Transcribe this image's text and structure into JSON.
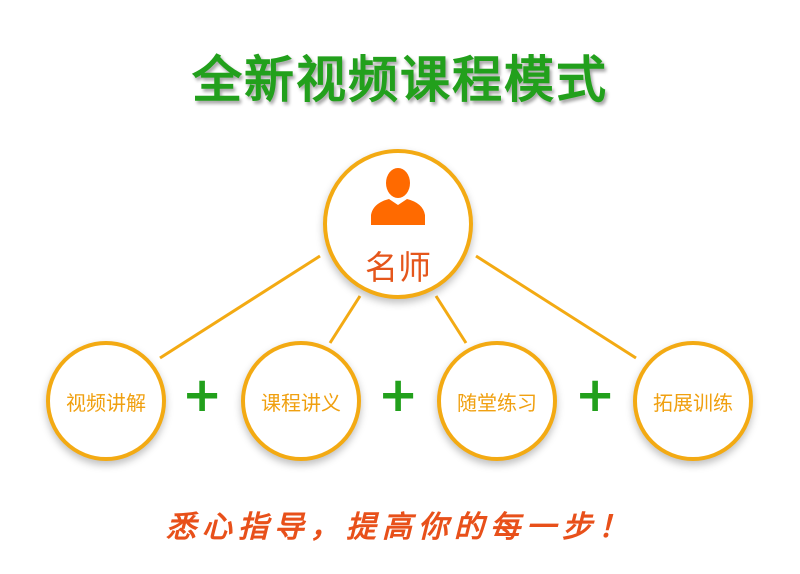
{
  "title": "全新视频课程模式",
  "center": {
    "label": "名师",
    "icon": "person-icon"
  },
  "items": [
    {
      "label": "视频讲解"
    },
    {
      "label": "课程讲义"
    },
    {
      "label": "随堂练习"
    },
    {
      "label": "拓展训练"
    }
  ],
  "plus_sign": "+",
  "slogan": "悉心指导，提高你的每一步！",
  "colors": {
    "title": "#22a01c",
    "circle_border": "#f3aa13",
    "teacher_label": "#e5561b",
    "item_label": "#f0a010",
    "plus": "#22a01c",
    "slogan": "#e8501a"
  }
}
